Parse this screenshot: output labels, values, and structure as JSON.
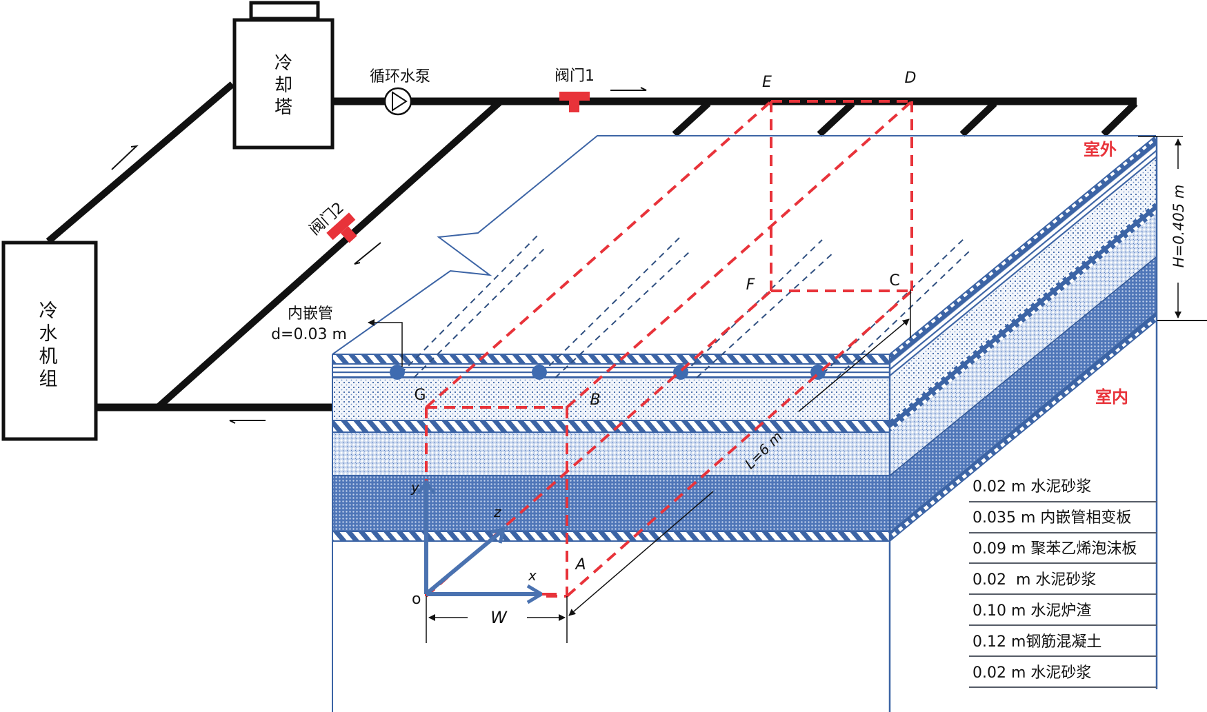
{
  "equipment": {
    "cooling_tower": [
      "冷",
      "却",
      "塔"
    ],
    "chiller": [
      "冷",
      "水",
      "机",
      "组"
    ],
    "pump_label": "循环水泵",
    "valve1_label": "阀门1",
    "valve2_label": "阀门2"
  },
  "points": {
    "A": "A",
    "B": "B",
    "C": "C",
    "D": "D",
    "E": "E",
    "F": "F",
    "G": "G"
  },
  "axes": {
    "origin": "o",
    "x": "x",
    "y": "y",
    "z": "z"
  },
  "dimensions": {
    "width_label": "W",
    "length_label": "L=6 m",
    "height_label": "H=0.405 m"
  },
  "pipe": {
    "name": "内嵌管",
    "diameter": "d=0.03 m"
  },
  "zones": {
    "outdoor": "室外",
    "indoor": "室内"
  },
  "layers": [
    "0.02 m 水泥砂浆",
    "0.035 m 内嵌管相变板",
    "0.09 m 聚苯乙烯泡沫板",
    "0.02  m 水泥砂浆",
    "0.10 m 水泥炉渣",
    "0.12 m钢筋混凝土",
    "0.02 m 水泥砂浆"
  ],
  "colors": {
    "pipe": "#111111",
    "valve": "#e8333a",
    "section": "#e8333a",
    "slab_edge": "#3c64a5",
    "axis": "#4a72b0",
    "pipe_node": "#3e6bb0"
  }
}
